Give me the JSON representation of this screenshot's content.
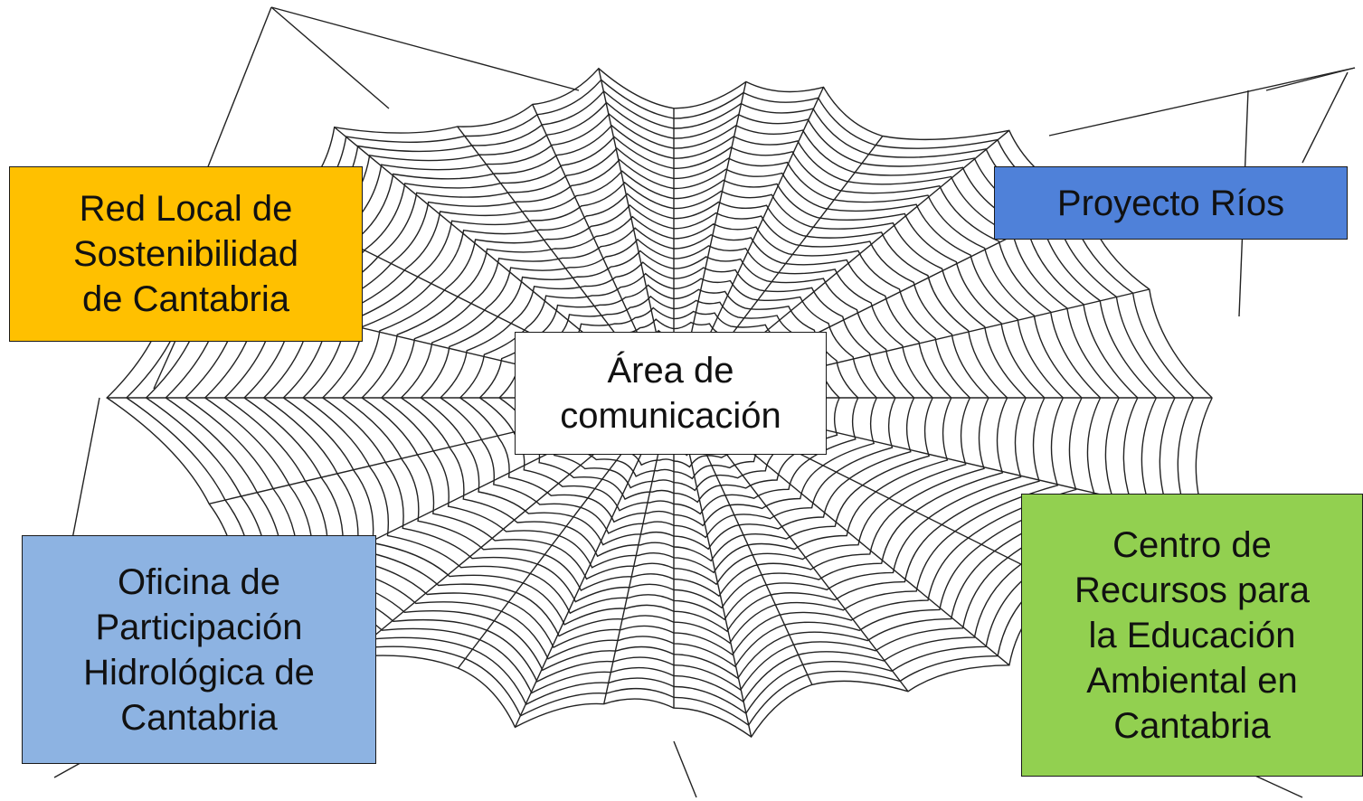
{
  "colors": {
    "orange": "#ffc000",
    "blue_dark": "#4f81d9",
    "blue_light": "#8db3e2",
    "green": "#92d050",
    "white": "#ffffff",
    "web_stroke": "#222222"
  },
  "boxes": {
    "red_local": {
      "lines": [
        "Red Local de",
        "Sostenibilidad",
        "de Cantabria"
      ],
      "color": "#ffc000"
    },
    "proyecto_rios": {
      "lines": [
        "Proyecto Ríos"
      ],
      "color": "#4f81d9"
    },
    "area_comunicacion": {
      "lines": [
        "Área de",
        "comunicación"
      ],
      "color": "#ffffff"
    },
    "oficina": {
      "lines": [
        "Oficina de",
        "Participación",
        "Hidrológica de",
        "Cantabria"
      ],
      "color": "#8db3e2"
    },
    "centro": {
      "lines": [
        "Centro de",
        "Recursos para",
        "la Educación",
        "Ambiental en",
        "Cantabria"
      ],
      "color": "#92d050"
    }
  }
}
